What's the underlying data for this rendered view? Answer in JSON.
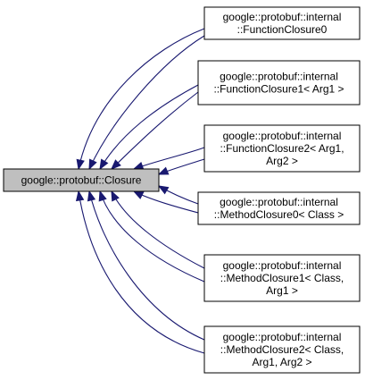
{
  "base_class": {
    "lines": [
      "google::protobuf::Closure"
    ]
  },
  "derived_classes": [
    {
      "lines": [
        "google::protobuf::internal",
        "::FunctionClosure0"
      ]
    },
    {
      "lines": [
        "google::protobuf::internal",
        "::FunctionClosure1< Arg1 >"
      ]
    },
    {
      "lines": [
        "google::protobuf::internal",
        "::FunctionClosure2< Arg1,",
        "Arg2 >"
      ]
    },
    {
      "lines": [
        "google::protobuf::internal",
        "::MethodClosure0< Class >"
      ]
    },
    {
      "lines": [
        "google::protobuf::internal",
        "::MethodClosure1< Class,",
        "Arg1 >"
      ]
    },
    {
      "lines": [
        "google::protobuf::internal",
        "::MethodClosure2< Class,",
        "Arg1, Arg2 >"
      ]
    }
  ],
  "colors": {
    "base_fill": "#bfbfbf",
    "node_fill": "#ffffff",
    "border": "#000000",
    "edge": "#191970"
  }
}
